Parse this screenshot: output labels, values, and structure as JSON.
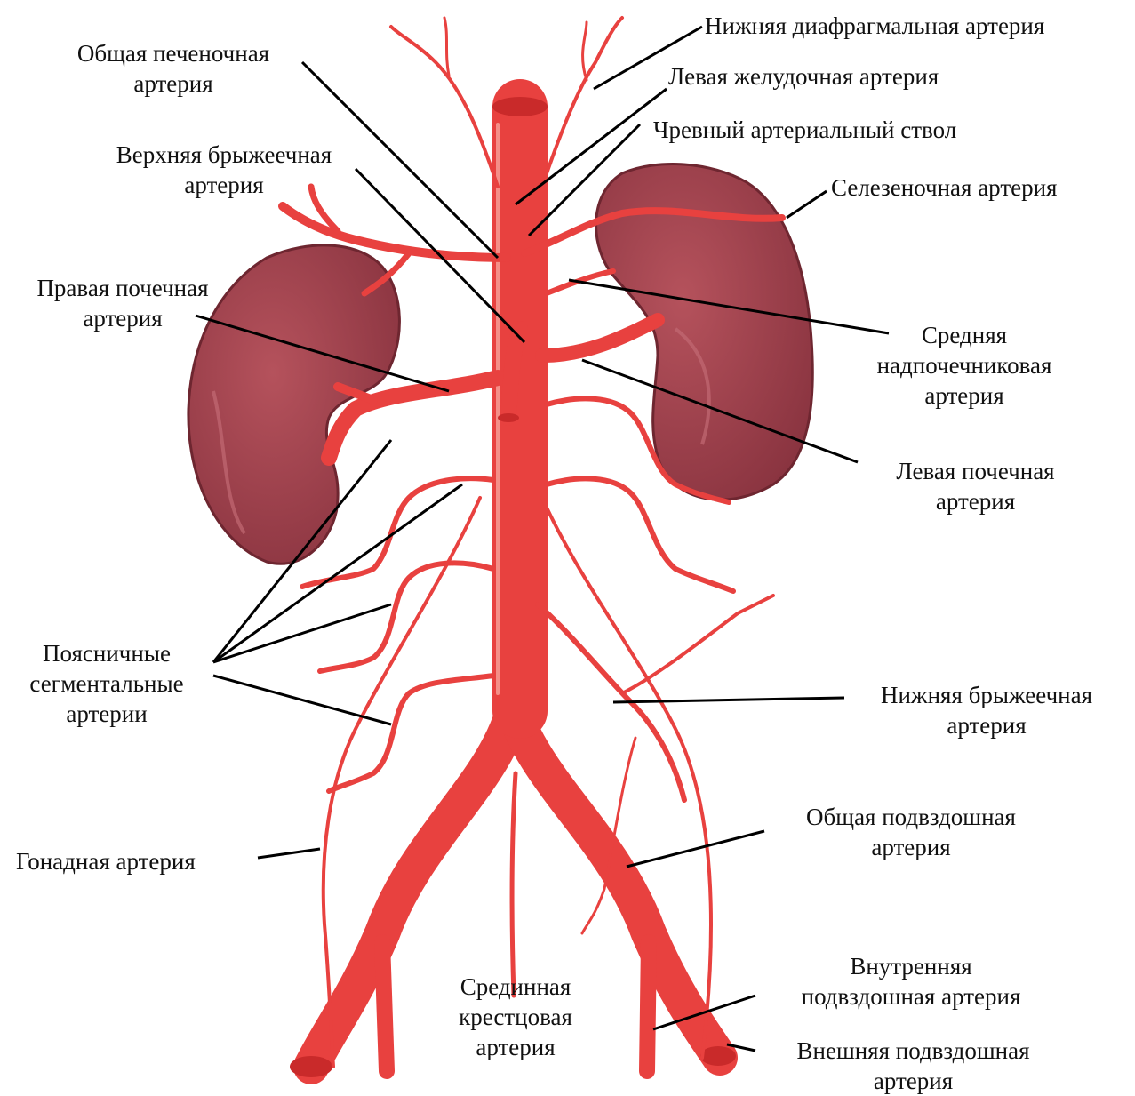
{
  "labels": {
    "inferior_phrenic": "Нижняя диафрагмальная артерия",
    "common_hepatic": [
      "Общая печеночная",
      "артерия"
    ],
    "left_gastric": "Левая желудочная артерия",
    "celiac_trunk": "Чревный артериальный ствол",
    "superior_mesenteric": [
      "Верхняя брыжеечная",
      "артерия"
    ],
    "splenic": "Селезеночная артерия",
    "right_renal": [
      "Правая почечная",
      "артерия"
    ],
    "middle_suprarenal": [
      "Средняя",
      "надпочечниковая",
      "артерия"
    ],
    "left_renal": [
      "Левая почечная",
      "артерия"
    ],
    "lumbar_segmental": [
      "Поясничные",
      "сегментальные",
      "артерии"
    ],
    "inferior_mesenteric": [
      "Нижняя брыжеечная",
      "артерия"
    ],
    "common_iliac": [
      "Общая подвздошная",
      "артерия"
    ],
    "gonadal": "Гонадная артерия",
    "internal_iliac": [
      "Внутренняя",
      "подвздошная артерия"
    ],
    "median_sacral": [
      "Срединная",
      "крестцовая",
      "артерия"
    ],
    "external_iliac": [
      "Внешняя подвздошная",
      "артерия"
    ]
  },
  "colors": {
    "artery": "#e8413f",
    "artery_dark": "#c92a2a",
    "artery_highlight": "#f6a39b",
    "kidney": "#a3454f",
    "kidney_dark": "#7f2f39",
    "leader_line": "#000000"
  }
}
